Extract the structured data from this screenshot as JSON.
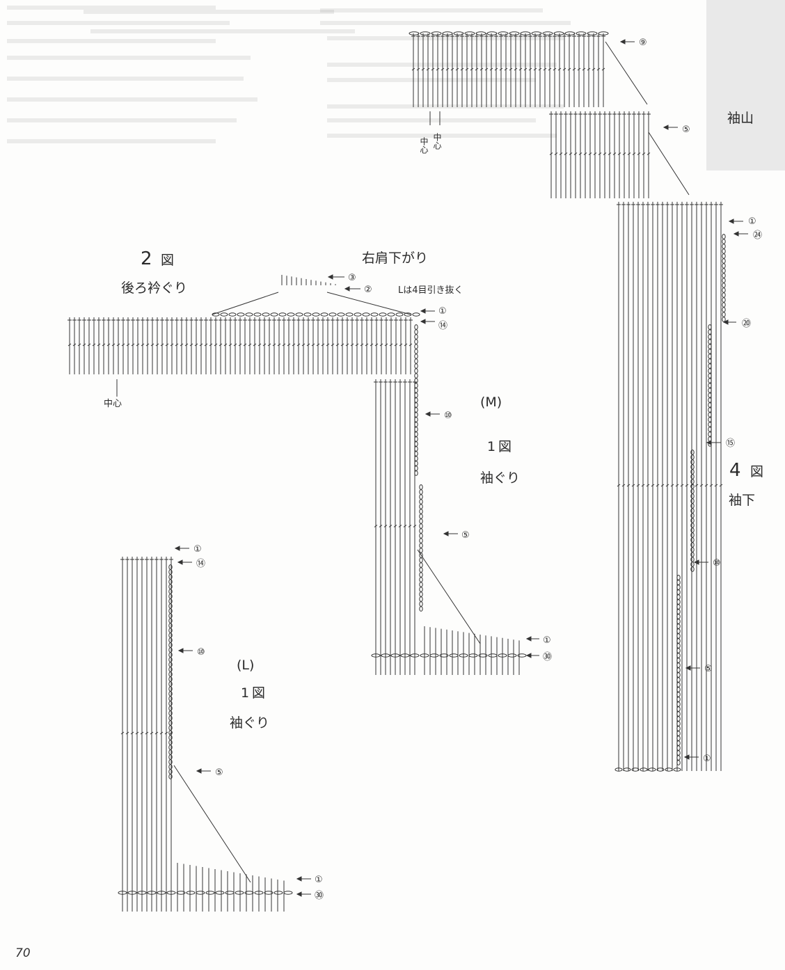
{
  "page_number": "70",
  "diagrams": {
    "fig2": {
      "number": "2",
      "fig_char": "図",
      "caption": "後ろ衿ぐり",
      "shoulder_caption": "右肩下がり",
      "note": "Lは4目引き抜く",
      "center_label": "中心",
      "row_markers": [
        "③",
        "②",
        "①",
        "⑭"
      ]
    },
    "fig1_m": {
      "size": "(M)",
      "number": "1",
      "fig_char": "図",
      "caption": "袖ぐり",
      "row_markers": [
        "⑩",
        "⑤",
        "①",
        "㉚"
      ]
    },
    "fig1_l": {
      "size": "(L)",
      "number": "1",
      "fig_char": "図",
      "caption": "袖ぐり",
      "row_markers": [
        "①",
        "⑭",
        "⑩",
        "⑤",
        "①",
        "㉚"
      ]
    },
    "fig4": {
      "number": "4",
      "fig_char": "図",
      "caption": "袖下",
      "cap_caption": "袖山",
      "center_label_1": "中心",
      "center_label_2": "中心",
      "row_markers": [
        "⑨",
        "⑤",
        "①",
        "㉔",
        "⑳",
        "⑮",
        "⑩",
        "⑤",
        "①"
      ]
    }
  }
}
